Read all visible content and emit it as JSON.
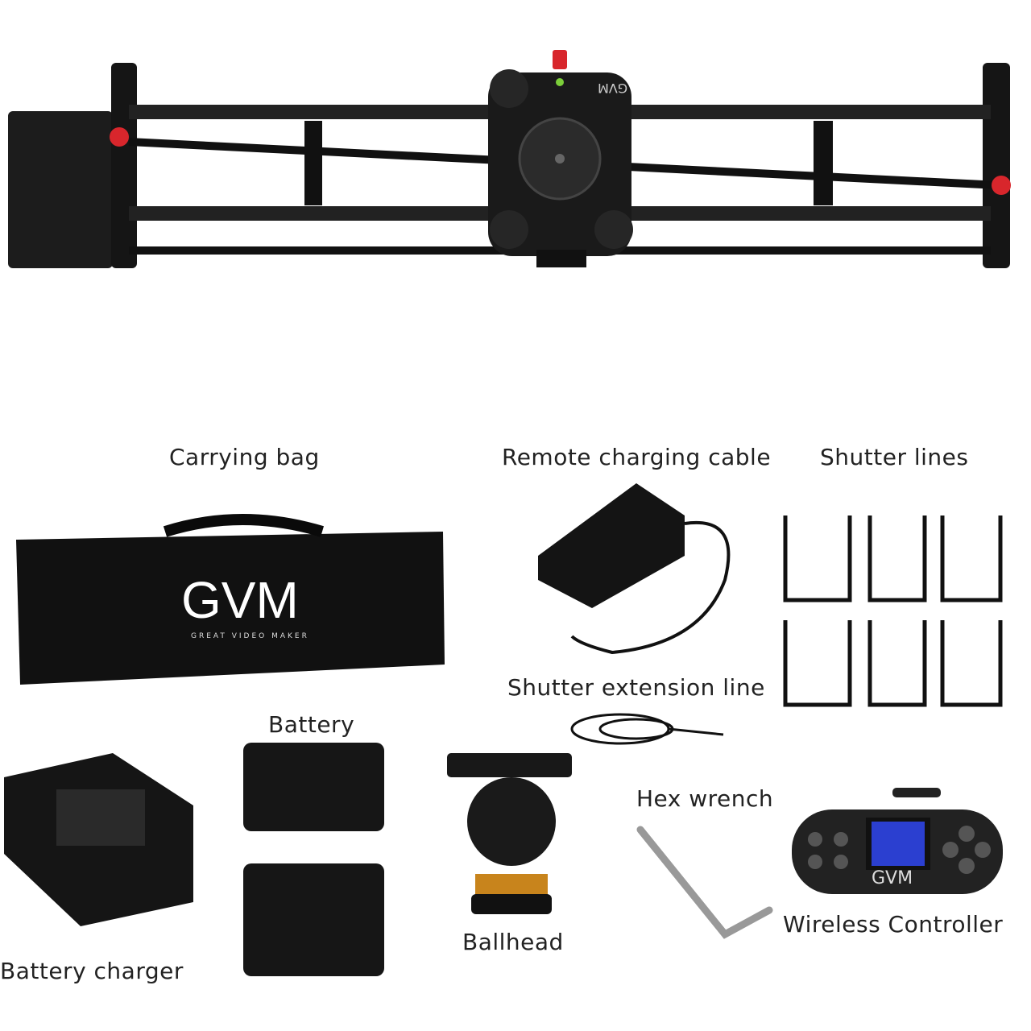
{
  "colors": {
    "product": "#1a1a1a",
    "accent": "#d8262c",
    "label_text": "#222222"
  },
  "slider": {
    "carriage_logo": "GVM"
  },
  "bag": {
    "logo": "GVM",
    "tagline": "GREAT VIDEO MAKER"
  },
  "controller": {
    "logo": "GVM"
  },
  "labels": {
    "carrying_bag": "Carrying bag",
    "remote_charging_cable": "Remote charging cable",
    "shutter_lines": "Shutter lines",
    "shutter_extension_line": "Shutter extension line",
    "battery": "Battery",
    "hex_wrench": "Hex wrench",
    "wireless_controller": "Wireless Controller",
    "ballhead": "Ballhead",
    "battery_charger": "Battery charger"
  }
}
